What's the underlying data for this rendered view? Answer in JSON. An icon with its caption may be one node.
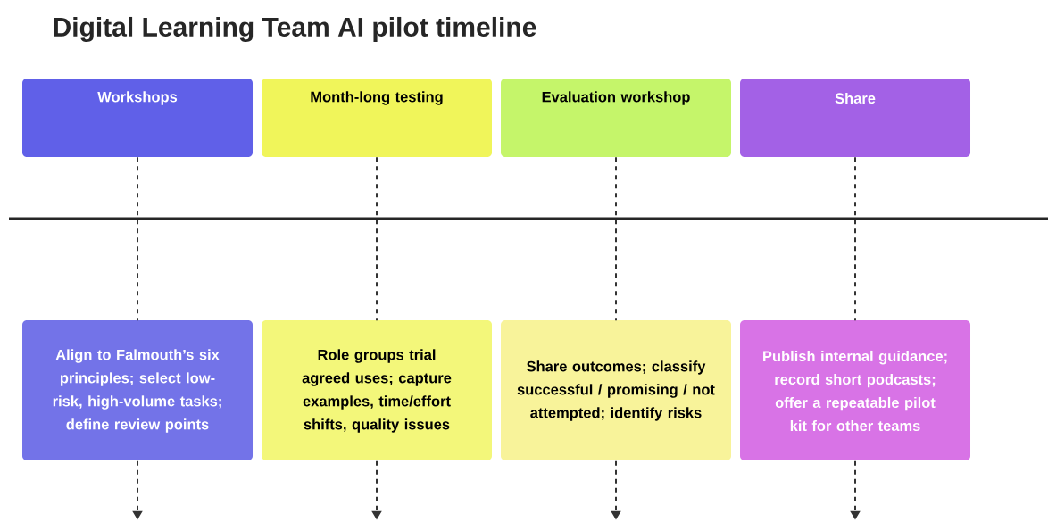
{
  "diagram": {
    "title": "Digital Learning Team AI pilot timeline",
    "nodes": [
      {
        "text": [
          "Workshops"
        ]
      },
      {
        "text": [
          "Month-long testing"
        ]
      },
      {
        "text": [
          "Evaluation workshop"
        ]
      },
      {
        "text": [
          "Share"
        ]
      },
      {
        "text": [
          "Align to Falmouth’s six principles; select low-risk, high-volume tasks; define review points"
        ]
      },
      {
        "text": [
          "Role groups trial agreed uses; capture examples, time/effort shifts, quality issues"
        ]
      },
      {
        "text": [
          "Share outcomes; classify successful / promising / not attempted; identify risks"
        ]
      },
      {
        "text": [
          "Publish internal guidance; record short podcasts; offer a repeatable pilot kit for other teams"
        ]
      }
    ],
    "edges": [
      {
        "from": 0,
        "to": 4,
        "arrow": "none",
        "style": "dashed"
      },
      {
        "from": 1,
        "to": 5,
        "arrow": "none",
        "style": "dashed"
      },
      {
        "from": 2,
        "to": 6,
        "arrow": "none",
        "style": "dashed"
      },
      {
        "from": 3,
        "to": 7,
        "arrow": "none",
        "style": "dashed"
      },
      {
        "from": 4,
        "to": null,
        "arrow": "to",
        "style": "dashed"
      },
      {
        "from": 5,
        "to": null,
        "arrow": "to",
        "style": "dashed"
      },
      {
        "from": 6,
        "to": null,
        "arrow": "to",
        "style": "dashed"
      },
      {
        "from": 7,
        "to": null,
        "arrow": "to",
        "style": "dashed"
      }
    ]
  }
}
